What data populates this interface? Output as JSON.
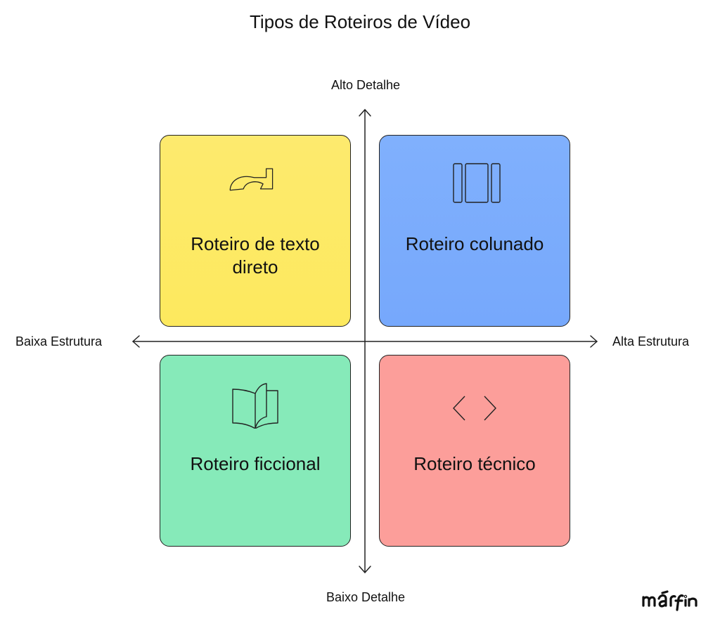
{
  "title": "Tipos de Roteiros de Vídeo",
  "axes": {
    "top": "Alto Detalhe",
    "bottom": "Baixo Detalhe",
    "left": "Baixa Estrutura",
    "right": "Alta Estrutura"
  },
  "quadrants": [
    {
      "position": "top-left",
      "label": "Roteiro de texto direto",
      "icon": "redo-arrow-icon",
      "color": "#fdea6e"
    },
    {
      "position": "top-right",
      "label": "Roteiro colunado",
      "icon": "columns-icon",
      "color": "#7eaefd"
    },
    {
      "position": "bottom-left",
      "label": "Roteiro ficcional",
      "icon": "open-book-icon",
      "color": "#86eab9"
    },
    {
      "position": "bottom-right",
      "label": "Roteiro técnico",
      "icon": "code-brackets-icon",
      "color": "#fc9e9a"
    }
  ],
  "logo": "napkin"
}
